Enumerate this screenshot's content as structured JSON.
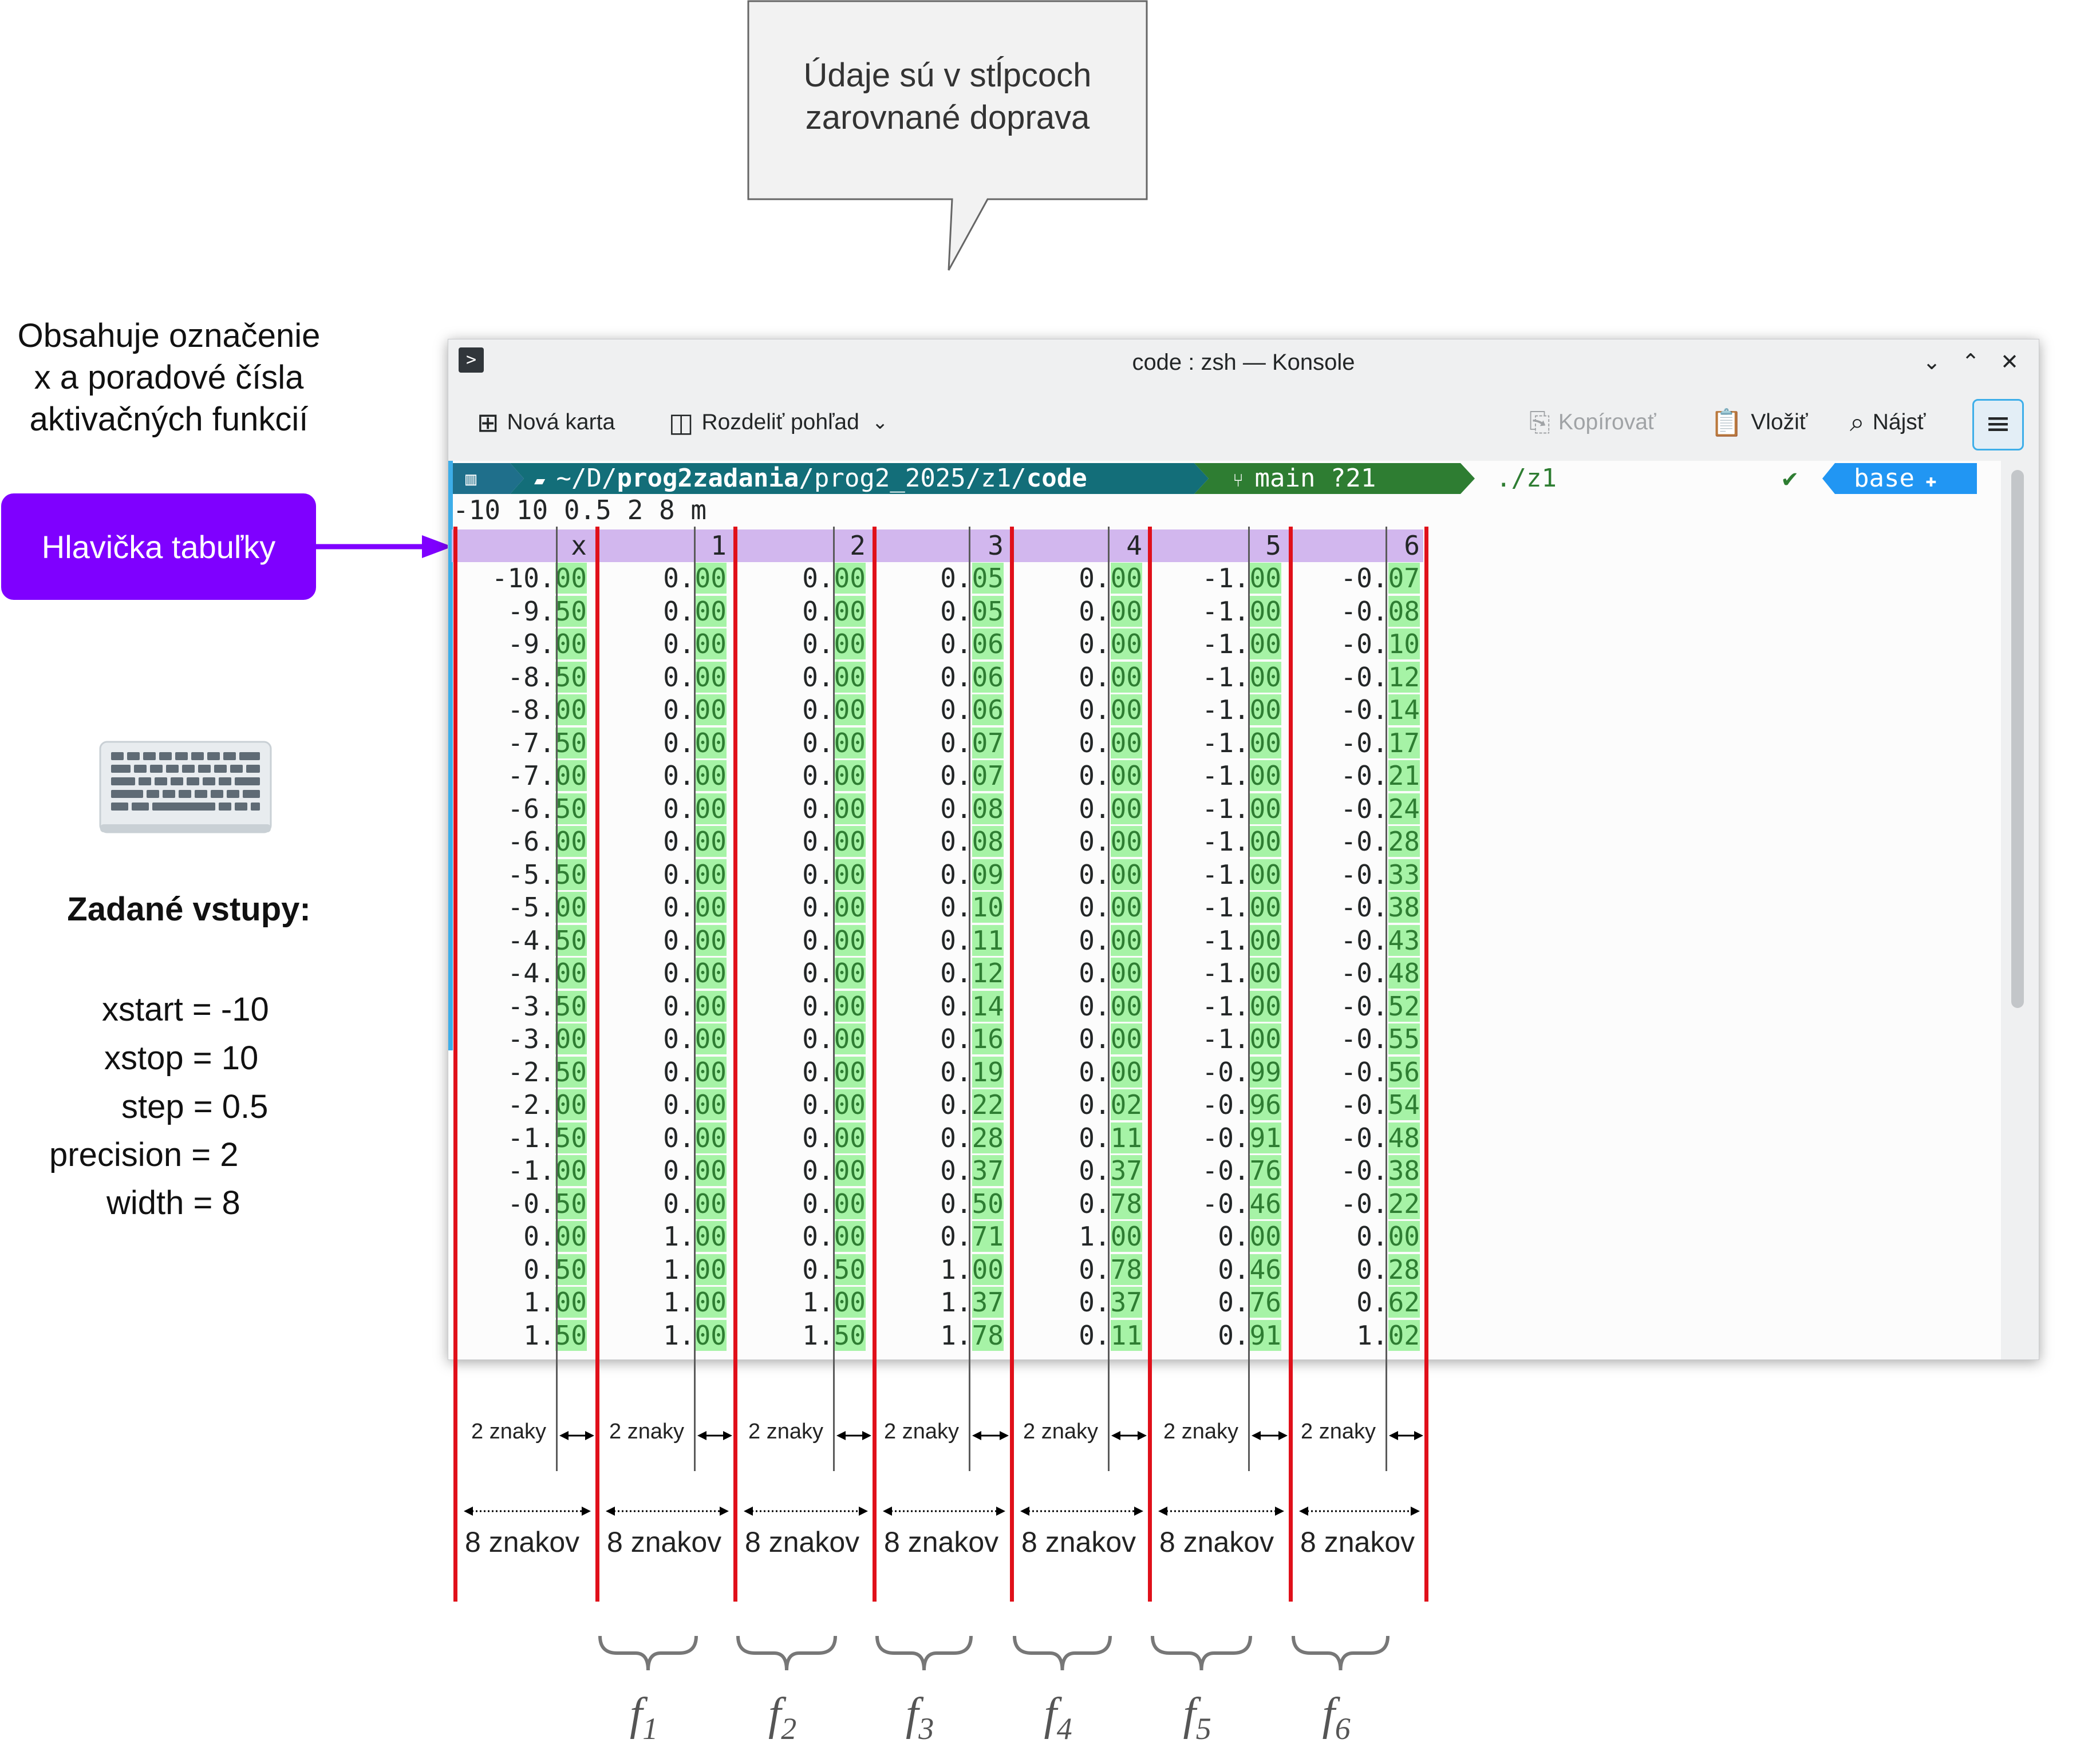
{
  "callout": {
    "line1": "Údaje sú v stĺpcoch",
    "line2": "zarovnané doprava"
  },
  "desc": {
    "line1": "Obsahuje označenie",
    "line2": "x a poradové čísla",
    "line3": "aktivačných funkcií"
  },
  "header_label": "Hlavička tabuľky",
  "keyboard_icon": "keyboard-icon",
  "inputs": {
    "title": "Zadané vstupy:",
    "xstart": "xstart = -10",
    "xstop": "xstop = 10",
    "step": "step = 0.5",
    "precision": "precision = 2",
    "width": "width = 8"
  },
  "window": {
    "title": "code : zsh — Konsole",
    "toolbar": {
      "new_tab": "Nová karta",
      "split_view": "Rozdeliť pohľad",
      "copy": "Kopírovať",
      "paste": "Vložiť",
      "find": "Nájsť"
    }
  },
  "prompt": {
    "path_prefix": "~/D/",
    "path_bold1": "prog2zadania",
    "path_mid": "/prog2_2025/z1/",
    "path_bold2": "code",
    "git": "main ?21",
    "command": "./z1",
    "check": "✔",
    "env": "base"
  },
  "input_line": "-10 10 0.5 2 8 m",
  "table": {
    "headers": [
      "x",
      "1",
      "2",
      "3",
      "4",
      "5",
      "6"
    ],
    "rows": [
      [
        "-10.00",
        "0.00",
        "0.00",
        "0.05",
        "0.00",
        "-1.00",
        "-0.07"
      ],
      [
        "-9.50",
        "0.00",
        "0.00",
        "0.05",
        "0.00",
        "-1.00",
        "-0.08"
      ],
      [
        "-9.00",
        "0.00",
        "0.00",
        "0.06",
        "0.00",
        "-1.00",
        "-0.10"
      ],
      [
        "-8.50",
        "0.00",
        "0.00",
        "0.06",
        "0.00",
        "-1.00",
        "-0.12"
      ],
      [
        "-8.00",
        "0.00",
        "0.00",
        "0.06",
        "0.00",
        "-1.00",
        "-0.14"
      ],
      [
        "-7.50",
        "0.00",
        "0.00",
        "0.07",
        "0.00",
        "-1.00",
        "-0.17"
      ],
      [
        "-7.00",
        "0.00",
        "0.00",
        "0.07",
        "0.00",
        "-1.00",
        "-0.21"
      ],
      [
        "-6.50",
        "0.00",
        "0.00",
        "0.08",
        "0.00",
        "-1.00",
        "-0.24"
      ],
      [
        "-6.00",
        "0.00",
        "0.00",
        "0.08",
        "0.00",
        "-1.00",
        "-0.28"
      ],
      [
        "-5.50",
        "0.00",
        "0.00",
        "0.09",
        "0.00",
        "-1.00",
        "-0.33"
      ],
      [
        "-5.00",
        "0.00",
        "0.00",
        "0.10",
        "0.00",
        "-1.00",
        "-0.38"
      ],
      [
        "-4.50",
        "0.00",
        "0.00",
        "0.11",
        "0.00",
        "-1.00",
        "-0.43"
      ],
      [
        "-4.00",
        "0.00",
        "0.00",
        "0.12",
        "0.00",
        "-1.00",
        "-0.48"
      ],
      [
        "-3.50",
        "0.00",
        "0.00",
        "0.14",
        "0.00",
        "-1.00",
        "-0.52"
      ],
      [
        "-3.00",
        "0.00",
        "0.00",
        "0.16",
        "0.00",
        "-1.00",
        "-0.55"
      ],
      [
        "-2.50",
        "0.00",
        "0.00",
        "0.19",
        "0.00",
        "-0.99",
        "-0.56"
      ],
      [
        "-2.00",
        "0.00",
        "0.00",
        "0.22",
        "0.02",
        "-0.96",
        "-0.54"
      ],
      [
        "-1.50",
        "0.00",
        "0.00",
        "0.28",
        "0.11",
        "-0.91",
        "-0.48"
      ],
      [
        "-1.00",
        "0.00",
        "0.00",
        "0.37",
        "0.37",
        "-0.76",
        "-0.38"
      ],
      [
        "-0.50",
        "0.00",
        "0.00",
        "0.50",
        "0.78",
        "-0.46",
        "-0.22"
      ],
      [
        "0.00",
        "1.00",
        "0.00",
        "0.71",
        "1.00",
        "0.00",
        "0.00"
      ],
      [
        "0.50",
        "1.00",
        "0.50",
        "1.00",
        "0.78",
        "0.46",
        "0.28"
      ],
      [
        "1.00",
        "1.00",
        "1.00",
        "1.37",
        "0.37",
        "0.76",
        "0.62"
      ],
      [
        "1.50",
        "1.00",
        "1.50",
        "1.78",
        "0.11",
        "0.91",
        "1.02"
      ]
    ]
  },
  "annotations": {
    "two_chars": "2 znaky",
    "eight_chars": "8 znakov",
    "functions": [
      "1",
      "2",
      "3",
      "4",
      "5",
      "6"
    ],
    "f_letter": "f"
  },
  "colors": {
    "red_lines": "#e0101a",
    "header_label_bg": "#7f00ff",
    "header_row_bg": "#d2b7ee",
    "decimal_bg": "#a6f3a6"
  }
}
